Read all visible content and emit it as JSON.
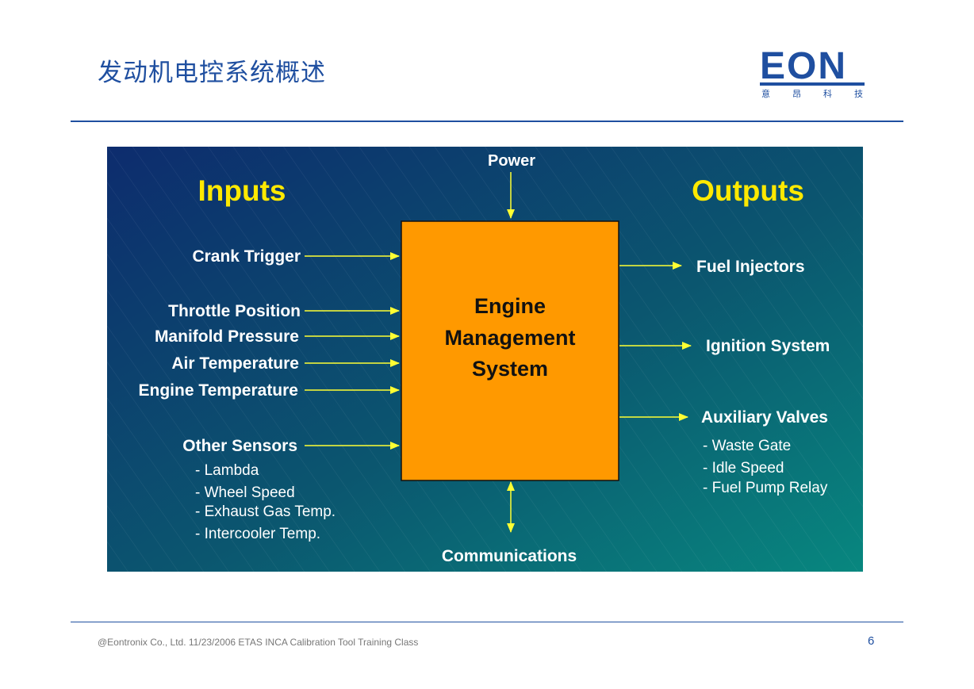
{
  "header": {
    "title": "发动机电控系统概述",
    "logo_text": "EON",
    "logo_sub": [
      "意",
      "昂",
      "科",
      "技"
    ]
  },
  "diagram": {
    "power": "Power",
    "communications": "Communications",
    "inputs_heading": "Inputs",
    "outputs_heading": "Outputs",
    "center": [
      "Engine",
      "Management",
      "System"
    ],
    "inputs": [
      "Crank Trigger",
      "Throttle Position",
      "Manifold Pressure",
      "Air Temperature",
      "Engine Temperature",
      "Other Sensors"
    ],
    "other_sensors": [
      "- Lambda",
      "- Wheel Speed",
      "- Exhaust Gas Temp.",
      "- Intercooler Temp."
    ],
    "outputs": [
      "Fuel Injectors",
      "Ignition System",
      "Auxiliary Valves"
    ],
    "aux_valves": [
      "- Waste Gate",
      "- Idle Speed",
      "- Fuel Pump Relay"
    ],
    "colors": {
      "heading": "#ffe900",
      "box": "#ff9900",
      "arrow": "#ffff33",
      "bg_start": "#0d2c6e",
      "bg_end": "#08877f"
    }
  },
  "footer": {
    "text": "@Eontronix Co., Ltd. 11/23/2006 ETAS INCA Calibration Tool Training Class",
    "page": "6"
  }
}
